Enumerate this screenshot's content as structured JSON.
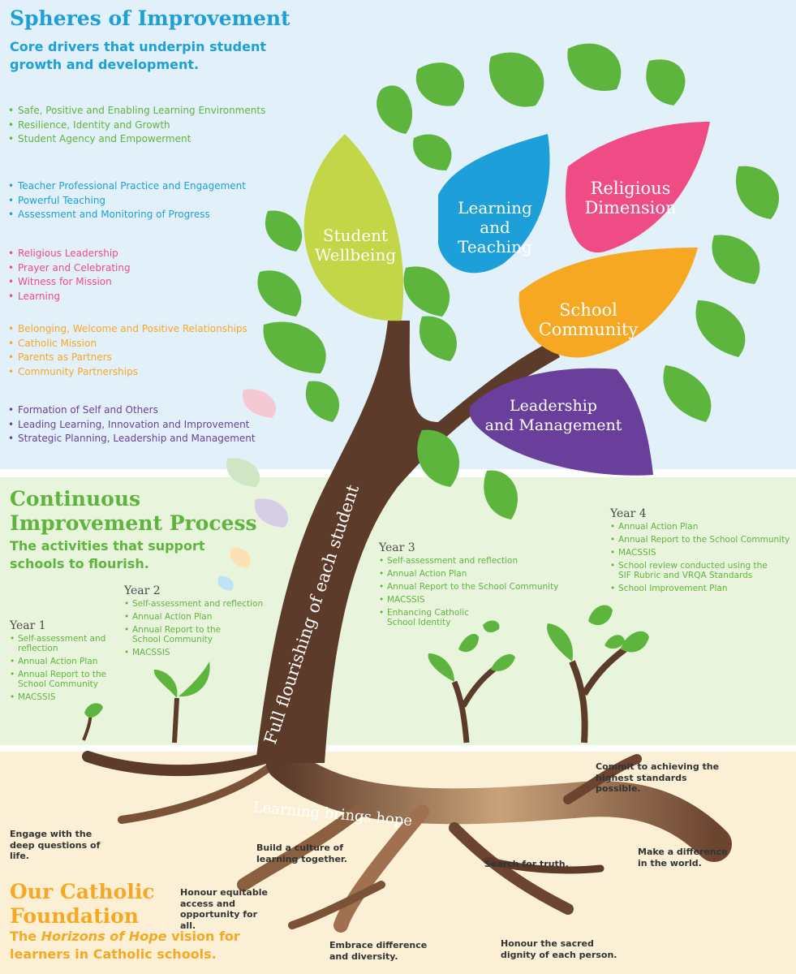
{
  "colors": {
    "blue": "#1d9fd9",
    "green": "#5eb53d",
    "pink": "#ef4b84",
    "orange": "#f7a823",
    "purple": "#6a3f9c",
    "brown": "#5c3b2a",
    "gold": "#f7a823"
  },
  "spheres": {
    "title": "Spheres of Improvement",
    "subtitle_line1": "Core drivers that underpin student",
    "subtitle_line2": "growth and development.",
    "groups": [
      {
        "items": [
          "Safe, Positive and Enabling Learning Environments",
          "Resilience, Identity and Growth",
          "Student Agency and Empowerment"
        ]
      },
      {
        "items": [
          "Teacher Professional Practice and Engagement",
          "Powerful Teaching",
          "Assessment and Monitoring of Progress"
        ]
      },
      {
        "items": [
          "Religious Leadership",
          "Prayer and Celebrating",
          "Witness for Mission",
          "Learning"
        ]
      },
      {
        "items": [
          "Belonging, Welcome and Positive Relationships",
          "Catholic Mission",
          "Parents as Partners",
          "Community Partnerships"
        ]
      },
      {
        "items": [
          "Formation of Self and Others",
          "Leading Learning, Innovation and Improvement",
          "Strategic Planning, Leadership and Management"
        ]
      }
    ]
  },
  "leaves": {
    "student_wellbeing": [
      "Student",
      "Wellbeing"
    ],
    "learning_teaching": [
      "Learning",
      "and Teaching"
    ],
    "religious_dimension": [
      "Religious",
      "Dimension"
    ],
    "school_community": [
      "School",
      "Community"
    ],
    "leadership_management": [
      "Leadership",
      "and Management"
    ]
  },
  "trunk_label": "Full flourishing of each student",
  "continuous": {
    "title_line1": "Continuous",
    "title_line2": "Improvement Process",
    "subtitle_line1": "The activities that support",
    "subtitle_line2": "schools to flourish."
  },
  "years": [
    {
      "label": "Year 1",
      "items": [
        "Self-assessment and reflection",
        "Annual Action Plan",
        "Annual Report to the School Community",
        "MACSSIS"
      ]
    },
    {
      "label": "Year 2",
      "items": [
        "Self-assessment and reflection",
        "Annual Action Plan",
        "Annual Report to the School Community",
        "MACSSIS"
      ]
    },
    {
      "label": "Year 3",
      "items": [
        "Self-assessment and reflection",
        "Annual Action Plan",
        "Annual Report to the School Community",
        "MACSSIS",
        "Enhancing Catholic School Identity"
      ]
    },
    {
      "label": "Year 4",
      "items": [
        "Annual Action Plan",
        "Annual Report to the School Community",
        "MACSSIS",
        "School review conducted using the SIF Rubric and VRQA Standards",
        "School Improvement Plan"
      ]
    }
  ],
  "roots": {
    "label": "Learning brings hope",
    "phrases": {
      "commit": "Commit to achieving the highest standards possible.",
      "engage": "Engage with the deep questions of life.",
      "build": "Build a culture of learning together.",
      "search": "Search for truth.",
      "difference": "Make a difference in the world.",
      "honour_access": "Honour equitable access and opportunity for all.",
      "embrace": "Embrace difference and diversity.",
      "dignity": "Honour the sacred dignity of each person."
    }
  },
  "foundation": {
    "title_line1": "Our Catholic",
    "title_line2": "Foundation",
    "sub_pre": "The ",
    "sub_em": "Horizons of Hope",
    "sub_post": " vision for",
    "sub_line2": "learners in Catholic schools."
  }
}
